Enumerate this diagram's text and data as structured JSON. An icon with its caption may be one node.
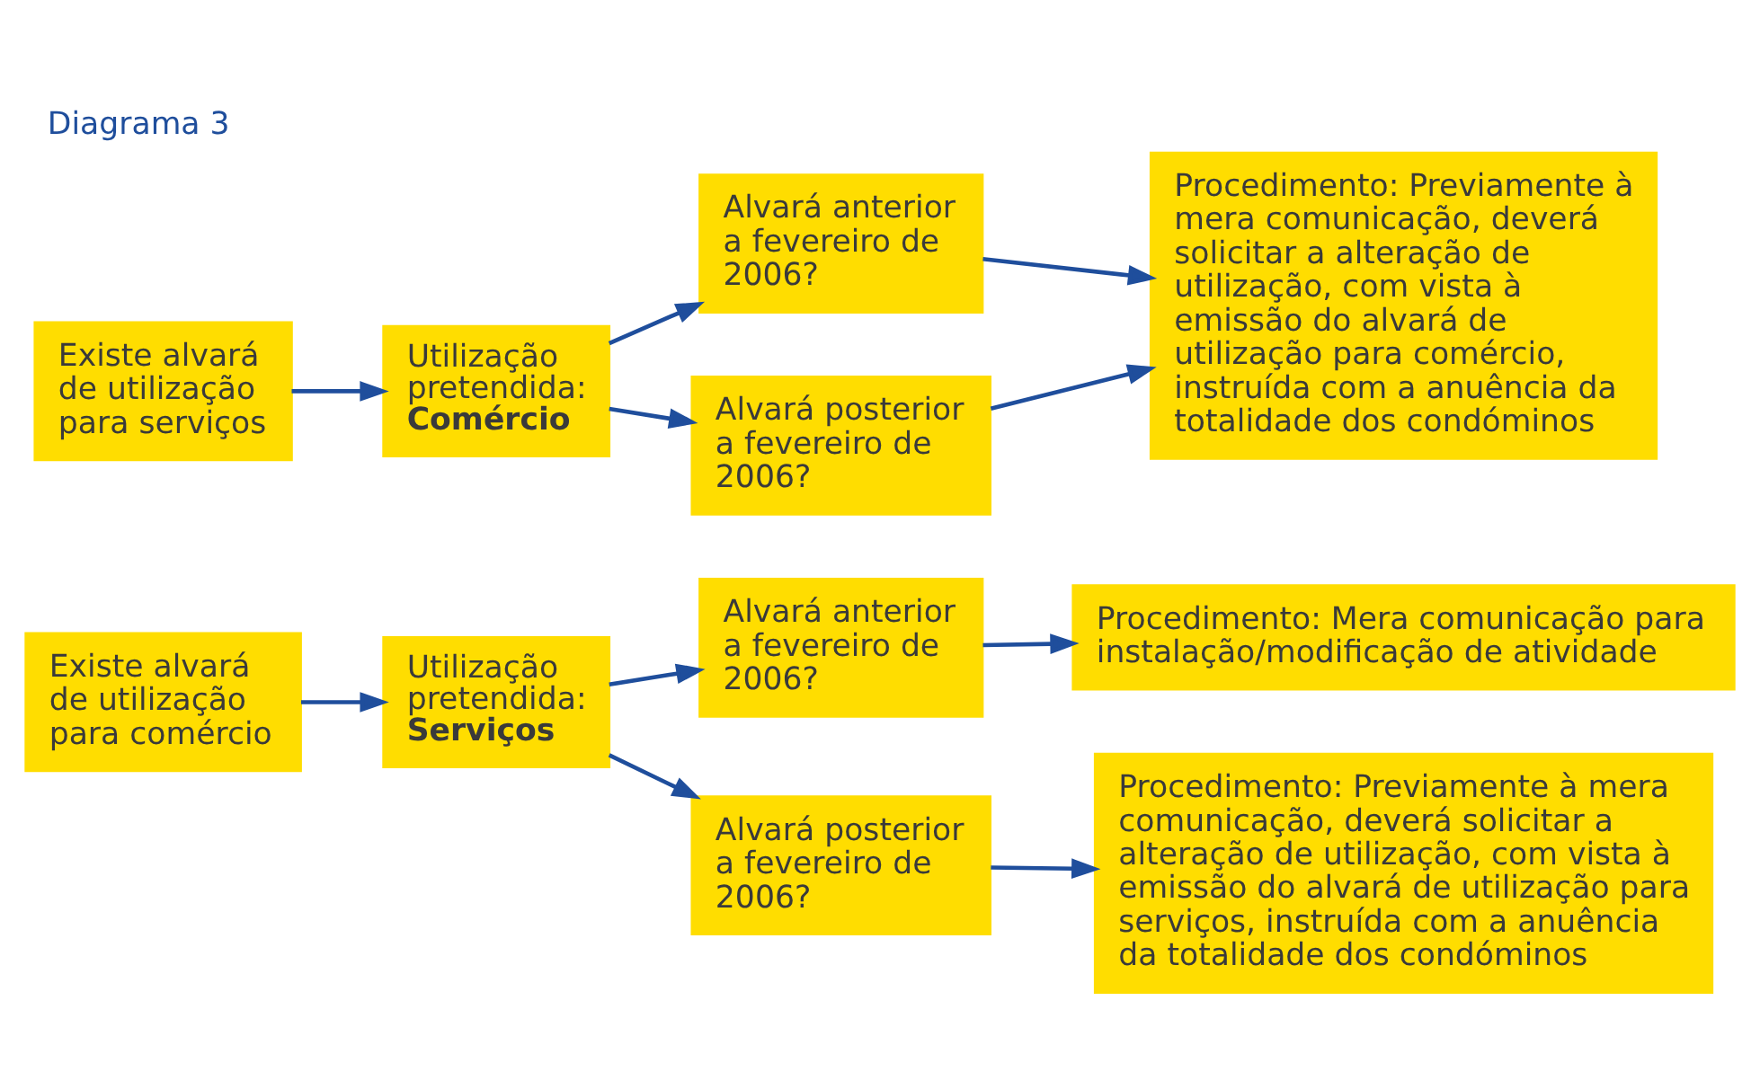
{
  "diagram": {
    "title": "Diagrama 3",
    "nodes": [
      {
        "text": [
          "Existe alvará de utilização para comércio"
        ]
      },
      {
        "text": [
          "Utilização pretendida: **Serviços**"
        ]
      },
      {
        "text": [
          "Alvará anterior a fevereiro de 2006?"
        ]
      },
      {
        "text": [
          "Procedimento: Mera comunicação para instalação/modificação de atividade"
        ]
      },
      {
        "text": [
          "Alvará posterior a fevereiro de 2006?"
        ]
      },
      {
        "text": [
          "Procedimento: Previamente à mera comunicação, deverá solicitar a alteração de utilização, com vista à emissão do alvará de utilização para serviços, instruída com a anuência da totalidade dos condóminos"
        ]
      },
      {
        "text": [
          "Existe alvará de utilização para serviços"
        ]
      },
      {
        "text": [
          "Utilização pretendida: **Comércio**"
        ]
      },
      {
        "text": [
          "Alvará anterior a fevereiro de 2006?"
        ]
      },
      {
        "text": [
          "Alvará posterior a fevereiro de 2006?"
        ]
      },
      {
        "text": [
          "Procedimento: Previamente à mera comunicação, deverá solicitar a alteração de utilização, com vista à emissão do alvará de utilização para comércio, instruída com a anuência da totalidade dos condóminos"
        ]
      }
    ],
    "edges": [
      {
        "from": 0,
        "to": 1,
        "arrow": "to"
      },
      {
        "from": 1,
        "to": 2,
        "arrow": "to"
      },
      {
        "from": 1,
        "to": 4,
        "arrow": "to"
      },
      {
        "from": 2,
        "to": 3,
        "arrow": "to"
      },
      {
        "from": 4,
        "to": 5,
        "arrow": "to"
      },
      {
        "from": 6,
        "to": 7,
        "arrow": "to"
      },
      {
        "from": 7,
        "to": 8,
        "arrow": "to"
      },
      {
        "from": 7,
        "to": 9,
        "arrow": "to"
      },
      {
        "from": 8,
        "to": 10,
        "arrow": "to"
      },
      {
        "from": 9,
        "to": 10,
        "arrow": "to"
      }
    ]
  }
}
